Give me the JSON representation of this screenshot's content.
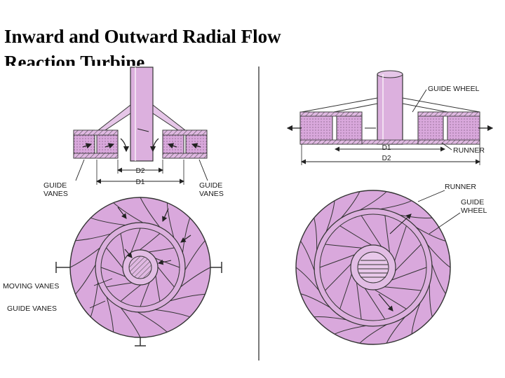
{
  "title": {
    "line1": "Inward and Outward Radial Flow",
    "line2": "Reaction Turbine"
  },
  "inward": {
    "d2": "D2",
    "d1": "D1",
    "guide_vanes_left_1": "GUIDE",
    "guide_vanes_left_2": "VANES",
    "guide_vanes_right_1": "GUIDE",
    "guide_vanes_right_2": "VANES",
    "moving_vanes": "MOVING VANES",
    "guide_vanes": "GUIDE VANES"
  },
  "outward": {
    "guide_wheel_top": "GUIDE WHEEL",
    "runner_top": "RUNNER",
    "d1": "D1",
    "d2": "D2",
    "runner_label": "RUNNER",
    "guide_wheel_1": "GUIDE",
    "guide_wheel_2": "WHEEL"
  },
  "colors": {
    "fill": "#d9a8dc",
    "fill_dark": "#c48cc8",
    "ink": "#2a2a2a"
  }
}
